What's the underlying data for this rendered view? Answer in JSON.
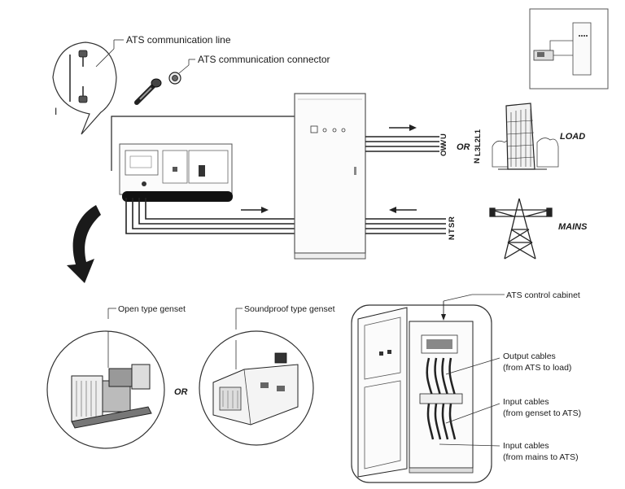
{
  "callouts": {
    "comm_line": "ATS communication line",
    "comm_connector": "ATS communication connector",
    "control_cabinet": "ATS control cabinet",
    "open_genset": "Open type genset",
    "soundproof_genset": "Soundproof type genset",
    "output_cables_1": "Output cables",
    "output_cables_2": "(from ATS to load)",
    "input_genset_1": "Input cables",
    "input_genset_2": "(from genset to ATS)",
    "input_mains_1": "Input cables",
    "input_mains_2": "(from mains to ATS)"
  },
  "load": {
    "label": "LOAD",
    "or": "OR",
    "phases_uvwo": [
      "U",
      "V",
      "W",
      "O"
    ],
    "phases_l": [
      "L1",
      "L2",
      "L3",
      "N"
    ]
  },
  "mains": {
    "label": "MAINS",
    "phases": [
      "R",
      "S",
      "T",
      "N"
    ]
  },
  "genset_or": "OR",
  "marker": "I"
}
